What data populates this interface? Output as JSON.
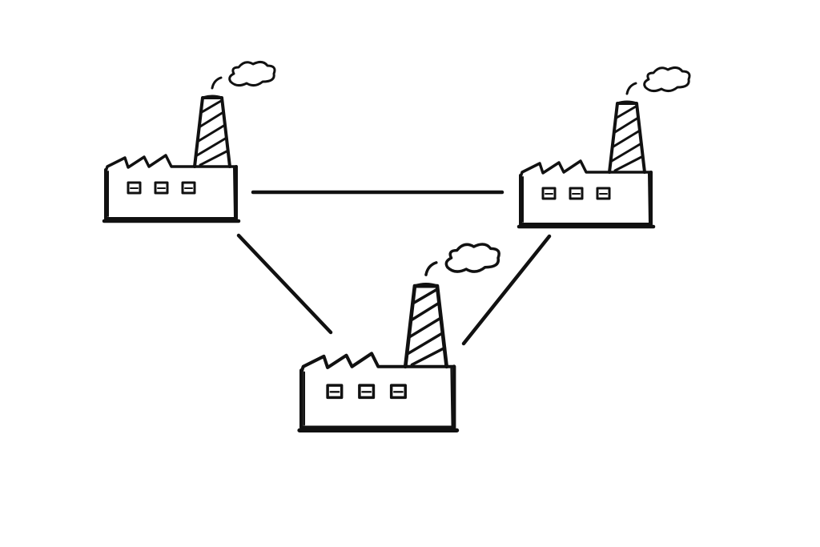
{
  "diagram": {
    "type": "factory-network",
    "nodes": [
      {
        "id": "factory-left"
      },
      {
        "id": "factory-right"
      },
      {
        "id": "factory-bottom"
      }
    ],
    "edges": [
      {
        "from": "factory-left",
        "to": "factory-right"
      },
      {
        "from": "factory-left",
        "to": "factory-bottom"
      },
      {
        "from": "factory-right",
        "to": "factory-bottom"
      }
    ]
  },
  "colors": {
    "background": "#ffffff",
    "ink": "#111111"
  }
}
